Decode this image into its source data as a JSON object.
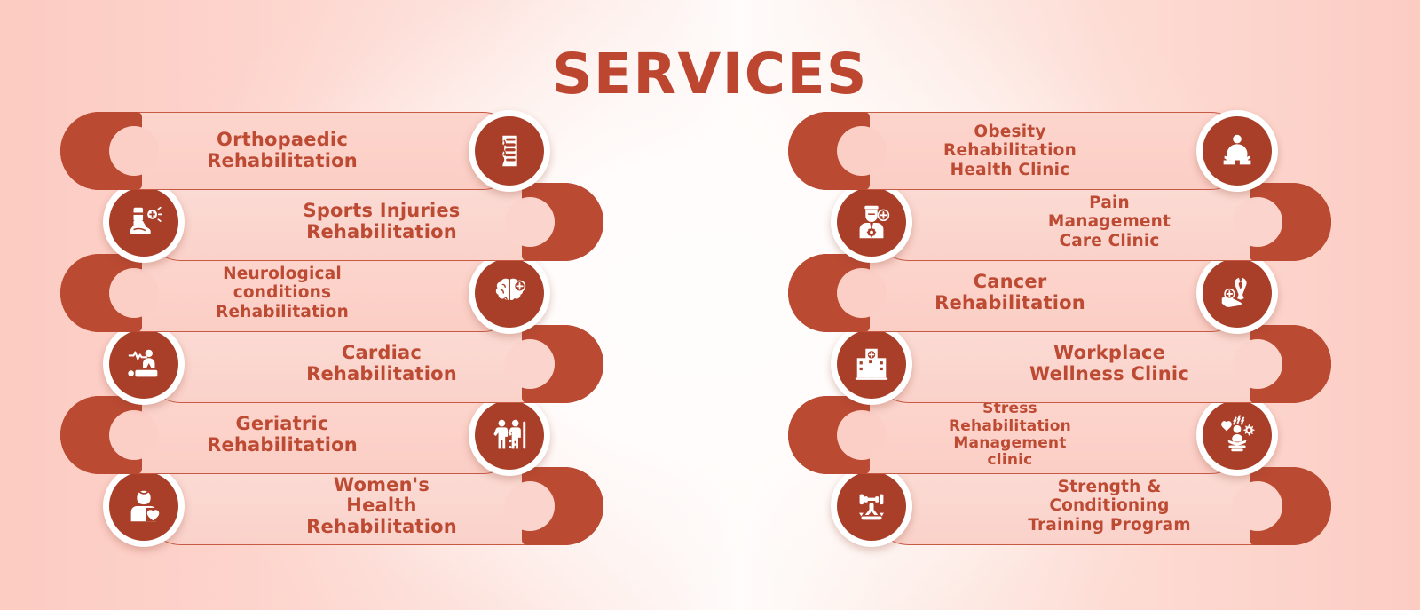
{
  "title": "SERVICES",
  "theme": {
    "accent": "#bb4a33",
    "accent_dark": "#a93f28",
    "text": "#bd4a33",
    "pill_fill": "#fcd5cd",
    "pill_border": "#c75a45",
    "badge_ring": "#ffffff",
    "bg_edge": "#fcccc3",
    "bg_center": "#fffdfc"
  },
  "columns": [
    {
      "name": "left-column",
      "items": [
        {
          "lines": [
            "Orthopaedic",
            "Rehabilitation"
          ],
          "icon": "spine-icon",
          "align": "ltr",
          "size": "normal"
        },
        {
          "lines": [
            "Sports Injuries",
            "Rehabilitation"
          ],
          "icon": "foot-cast-icon",
          "align": "rtl",
          "size": "normal"
        },
        {
          "lines": [
            "Neurological",
            "conditions",
            "Rehabilitation"
          ],
          "icon": "brain-icon",
          "align": "ltr",
          "size": "small"
        },
        {
          "lines": [
            "Cardiac",
            "Rehabilitation"
          ],
          "icon": "cpr-icon",
          "align": "rtl",
          "size": "normal"
        },
        {
          "lines": [
            "Geriatric",
            "Rehabilitation"
          ],
          "icon": "elderly-care-icon",
          "align": "ltr",
          "size": "normal"
        },
        {
          "lines": [
            "Women's",
            "Health",
            "Rehabilitation"
          ],
          "icon": "women-health-icon",
          "align": "rtl",
          "size": "normal"
        }
      ]
    },
    {
      "name": "right-column",
      "items": [
        {
          "lines": [
            "Obesity",
            "Rehabilitation",
            "Health Clinic"
          ],
          "icon": "obesity-sitting-icon",
          "align": "ltr",
          "size": "small"
        },
        {
          "lines": [
            "Pain",
            "Management",
            "Care Clinic"
          ],
          "icon": "pain-patient-icon",
          "align": "rtl",
          "size": "small"
        },
        {
          "lines": [
            "Cancer",
            "Rehabilitation"
          ],
          "icon": "cancer-ribbon-icon",
          "align": "ltr",
          "size": "normal"
        },
        {
          "lines": [
            "Workplace",
            "Wellness Clinic"
          ],
          "icon": "hospital-building-icon",
          "align": "rtl",
          "size": "normal"
        },
        {
          "lines": [
            "Stress",
            "Rehabilitation",
            "Management",
            "clinic"
          ],
          "icon": "meditation-stress-icon",
          "align": "ltr",
          "size": "tiny"
        },
        {
          "lines": [
            "Strength &",
            "Conditioning",
            "Training Program"
          ],
          "icon": "dumbbell-icon",
          "align": "rtl",
          "size": "small"
        }
      ]
    }
  ]
}
